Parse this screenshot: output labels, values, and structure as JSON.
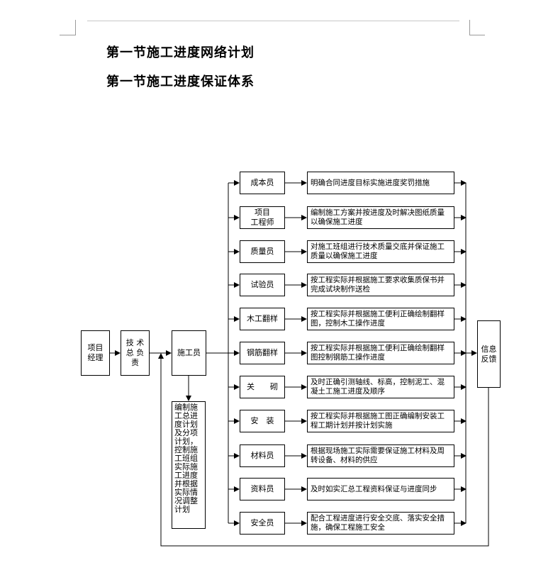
{
  "headings": {
    "h1": "第一节施工进度网络计划",
    "h2": "第一节施工进度保证体系"
  },
  "chart": {
    "project_manager": "项目\n经理",
    "tech_lead": "技 术\n总 负\n责",
    "constructor": "施工员",
    "constructor_note": "编制施\n工总进\n度计划\n及分项\n计划，\n控制施\n工班组\n实际施\n工进度\n并根据\n实际情\n况调整\n计划",
    "feedback": "信息\n反馈",
    "roles": [
      {
        "label": "成本员",
        "duty": "明确合同进度目标实施进度奖罚措施"
      },
      {
        "label": "项目\n工程师",
        "duty": "编制施工方案并按进度及时解决图纸质量以确保施工进度"
      },
      {
        "label": "质量员",
        "duty": "对施工班组进行技术质量交底并保证施工质量以确保施工进度"
      },
      {
        "label": "试验员",
        "duty": "按工程实际并根据施工要求收集质保书并完成试块制作送检"
      },
      {
        "label": "木工翻样",
        "duty": "按工程实际并根据施工便利正确绘制翻样图，控制木工操作进度"
      },
      {
        "label": "钢筋翻样",
        "duty": "按工程实际并根据施工便利正确绘制翻样图控制钢筋工操作进度"
      },
      {
        "label": "关　　砌",
        "duty": "及时正确引测轴线、标高，控制泥工、混凝土工施工进度及顺序"
      },
      {
        "label": "安　装",
        "duty": "按工程实际并根据施工图正确编制安装工程工期计划并按计划实施"
      },
      {
        "label": "材料员",
        "duty": "根据现场施工实际需要保证施工材料及周转设备、材料的供应"
      },
      {
        "label": "资料员",
        "duty": "及时如实汇总工程资料保证与进度同步"
      },
      {
        "label": "安全员",
        "duty": "配合工程进度进行安全交底、落实安全措施，确保工程施工安全"
      }
    ]
  }
}
